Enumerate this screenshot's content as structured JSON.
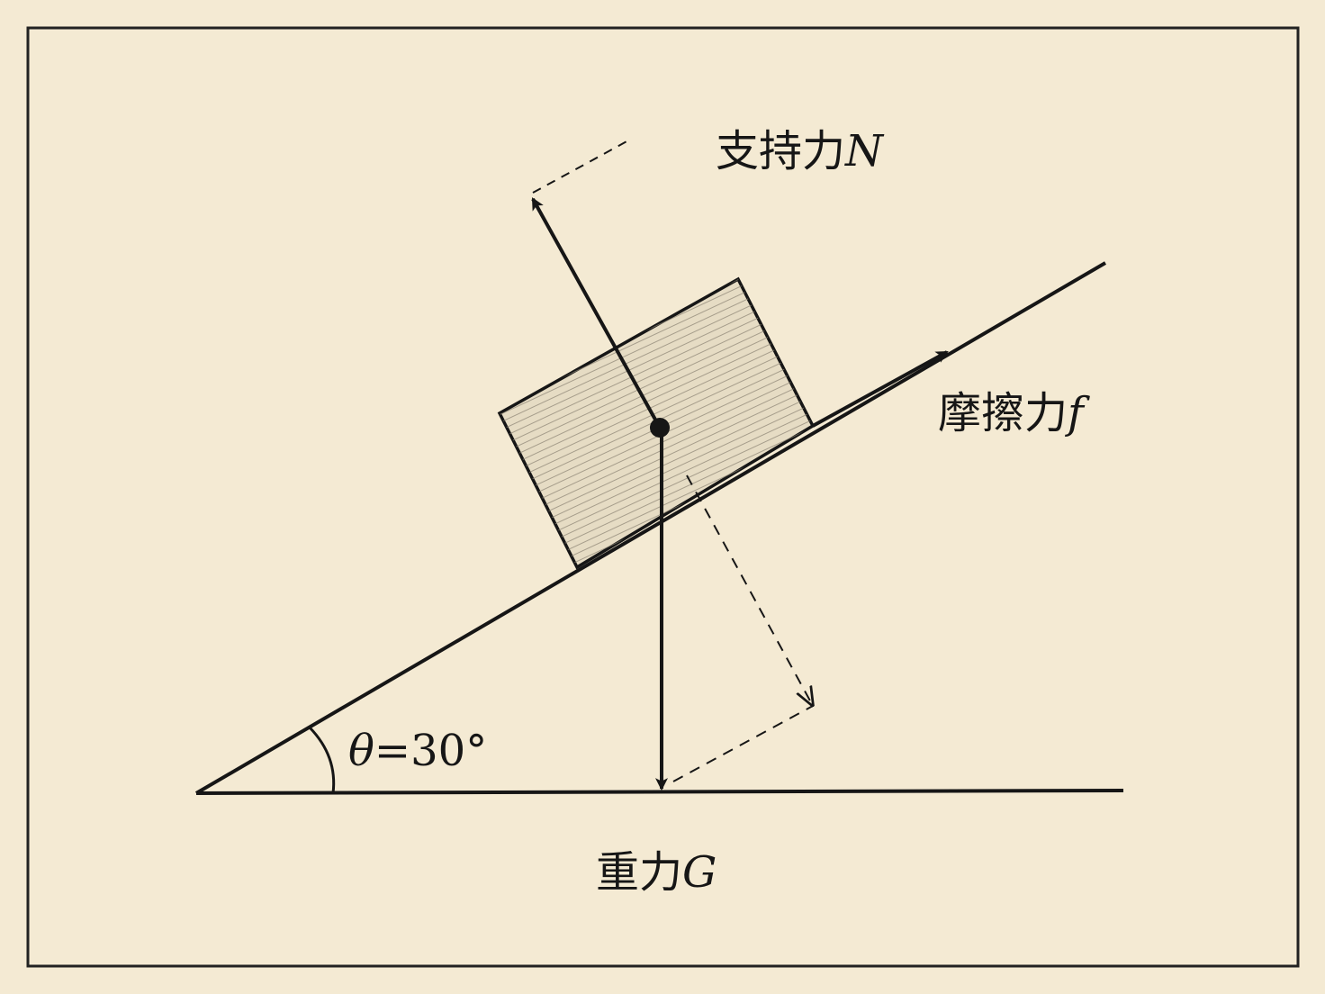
{
  "labels": {
    "normal_force": {
      "text": "支持力",
      "symbol": "N"
    },
    "friction_force": {
      "text": "摩擦力",
      "symbol": "f"
    },
    "gravity": {
      "text": "重力",
      "symbol": "G"
    },
    "angle": {
      "symbol": "θ",
      "value": "=30°"
    }
  },
  "colors": {
    "paper": "#f4ead3",
    "ink": "#161616",
    "block_fill": "#e6dcc4"
  }
}
